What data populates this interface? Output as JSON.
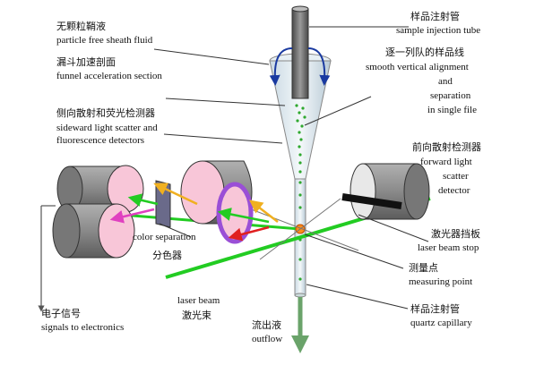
{
  "labels": {
    "sheath_zh": "无颗粒鞘液",
    "sheath_en": "particle free sheath fluid",
    "funnel_zh": "漏斗加速剖面",
    "funnel_en": "funnel acceleration section",
    "side_zh": "侧向散射和荧光检测器",
    "side_en1": "sideward light scatter and",
    "side_en2": "fluorescence detectors",
    "color_sep_en": "color separation",
    "color_sep_zh": "分色器",
    "signals_zh": "电子信号",
    "signals_en": "signals to electronics",
    "laser_en": "laser beam",
    "laser_zh": "激光束",
    "outflow_zh": "流出液",
    "outflow_en": "outflow",
    "inject_zh": "样品注射管",
    "inject_en": "sample injection tube",
    "align_zh": "逐一列队的样品线",
    "align_en1": "smooth vertical alignment",
    "align_en2": "and",
    "align_en3": "separation",
    "align_en4": "in single file",
    "forward_zh": "前向散射检测器",
    "forward_en1": "forward light",
    "forward_en2": "scatter",
    "forward_en3": "detector",
    "stop_zh": "激光器挡板",
    "stop_en": "laser beam stop",
    "measure_zh": "测量点",
    "measure_en": "measuring point",
    "capillary_zh": "样品注射管",
    "capillary_en": "quartz capillary"
  },
  "colors": {
    "laser": "#22cc22",
    "detector_face": "#f8c6d8",
    "detector_body": "#8c8c8c",
    "cytometer_glass": "#dfeaf0",
    "sheath_arrow": "#1a3aa0",
    "outflow_arrow": "#6aa36a",
    "filter_purple": "#9a4fd6",
    "filter_gray": "#6a6a8a",
    "arrow_yellow": "#f0b020",
    "arrow_red": "#e02020",
    "arrow_magenta": "#e040c0"
  }
}
